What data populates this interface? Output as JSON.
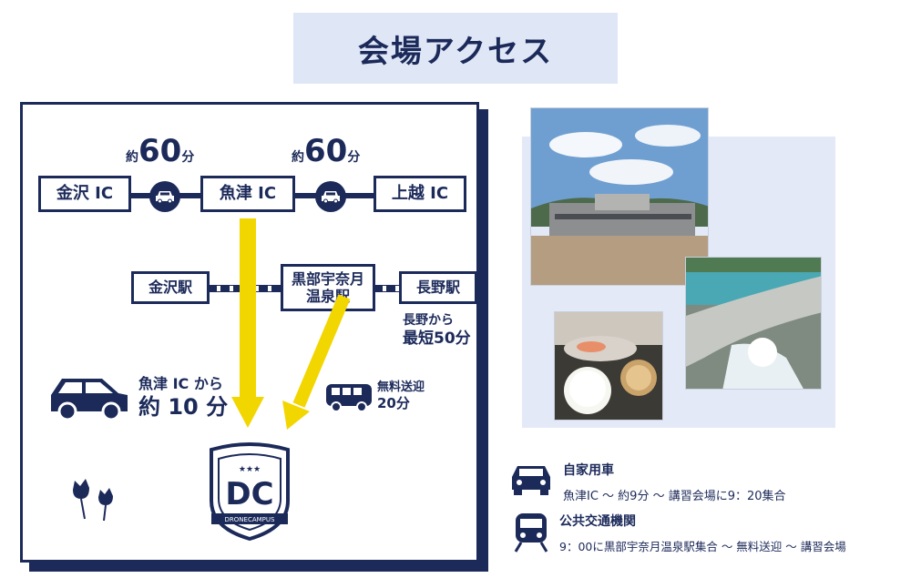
{
  "title": "会場アクセス",
  "route": {
    "ic": [
      "金沢 IC",
      "魚津 IC",
      "上越 IC"
    ],
    "ic_time_prefix": "約",
    "ic_times": [
      "60",
      "60"
    ],
    "ic_time_unit": "分",
    "stations": [
      "金沢駅",
      "黒部宇奈月\n温泉駅",
      "長野駅"
    ],
    "nagano_note_line1": "長野から",
    "nagano_note_line2": "最短50分",
    "car_note_line1": "魚津 IC から",
    "car_note_line2": "約 10 分",
    "bus_note_line1": "無料送迎",
    "bus_note_line2": "20分",
    "logo_letters": "DC",
    "logo_text": "DRONECAMPUS",
    "logo_stars": "★★★"
  },
  "legend": [
    {
      "icon": "car-icon",
      "title": "自家用車",
      "desc": "魚津IC 〜 約9分 〜 講習会場に9：20集合"
    },
    {
      "icon": "train-icon",
      "title": "公共交通機関",
      "desc": "9：00に黒部宇奈月温泉駅集合 〜 無料送迎 〜 講習会場"
    }
  ],
  "colors": {
    "navy": "#1c2a5a",
    "arrow": "#f2d600",
    "title_bg": "#dfe6f6"
  }
}
